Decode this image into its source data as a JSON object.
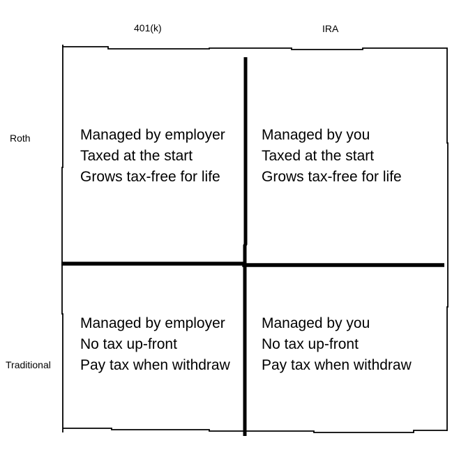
{
  "matrix": {
    "column_labels": [
      "401(k)",
      "IRA"
    ],
    "row_labels": [
      "Roth",
      "Traditional"
    ],
    "cells": [
      {
        "row": "Roth",
        "column": "401(k)",
        "lines": [
          "Managed by employer",
          "Taxed at the start",
          "Grows tax-free for life"
        ]
      },
      {
        "row": "Roth",
        "column": "IRA",
        "lines": [
          "Managed by you",
          "Taxed at the start",
          "Grows tax-free for life"
        ]
      },
      {
        "row": "Traditional",
        "column": "401(k)",
        "lines": [
          "Managed by employer",
          "No tax up-front",
          "Pay tax when withdraw"
        ]
      },
      {
        "row": "Traditional",
        "column": "IRA",
        "lines": [
          "Managed by you",
          "No tax up-front",
          "Pay tax when withdraw"
        ]
      }
    ],
    "colors": {
      "background": "#ffffff",
      "line": "#000000",
      "text": "#000000"
    }
  }
}
